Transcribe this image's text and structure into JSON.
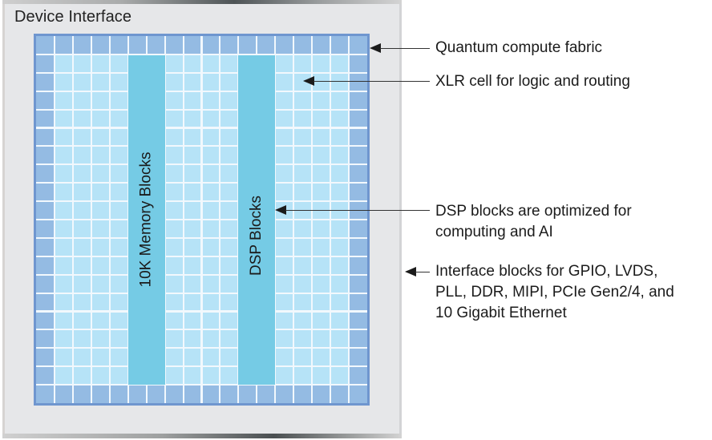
{
  "panel": {
    "title": "Device Interface"
  },
  "fabric": {
    "columns": 18,
    "rows": 20,
    "colors": {
      "border": "#6f96cf",
      "interface_cell": "#94bbe3",
      "logic_cell": "#b6e3f7",
      "block": "#75cbe5",
      "grid_line": "#f2f8fd"
    },
    "blocks": [
      {
        "label": "10K Memory Blocks",
        "col_start": 6,
        "col_end": 7,
        "row_start": 2,
        "row_end": 19
      },
      {
        "label": "DSP Blocks",
        "col_start": 12,
        "col_end": 13,
        "row_start": 2,
        "row_end": 19
      }
    ]
  },
  "callouts": [
    {
      "id": "quantum",
      "lines": [
        "Quantum compute fabric"
      ]
    },
    {
      "id": "xlr",
      "lines": [
        "XLR cell for logic and routing"
      ]
    },
    {
      "id": "dsp",
      "lines": [
        "DSP blocks are optimized for",
        "computing and AI"
      ]
    },
    {
      "id": "interface",
      "lines": [
        "Interface blocks for GPIO, LVDS,",
        "PLL, DDR, MIPI, PCIe Gen2/4, and",
        "10 Gigabit Ethernet"
      ]
    }
  ]
}
